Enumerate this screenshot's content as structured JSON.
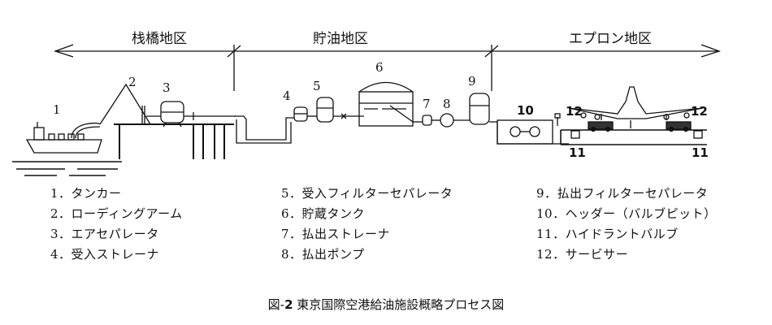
{
  "zones": {
    "pier": "栈橋地区",
    "storage": "貯油地区",
    "apron": "エプロン地区"
  },
  "markers": [
    "1",
    "2",
    "3",
    "4",
    "5",
    "6",
    "7",
    "8",
    "9",
    "10",
    "11",
    "11",
    "12",
    "12"
  ],
  "legend": {
    "col1": [
      "1．タンカー",
      "2．ローディングアーム",
      "3．エアセパレータ",
      "4．受入ストレーナ"
    ],
    "col2": [
      "5．受入フィルターセパレータ",
      "6．貯蔵タンク",
      "7．払出ストレーナ",
      "8．払出ポンプ"
    ],
    "col3": [
      "9．払出フィルターセパレータ",
      "10．ヘッダー（バルブピット）",
      "11．ハイドラントバルブ",
      "12．サービサー"
    ]
  },
  "caption": {
    "prefix": "図-",
    "number": "2",
    "title": " 東京国際空港給油施設概略プロセス図"
  }
}
